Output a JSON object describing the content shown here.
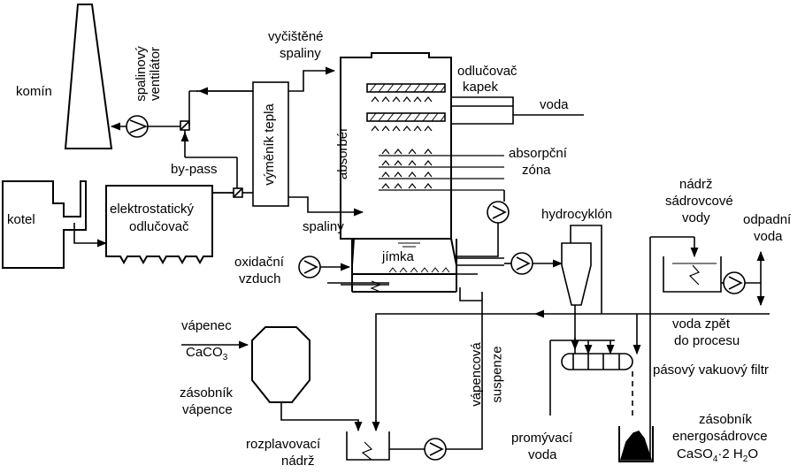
{
  "labels": {
    "chimney": "komín",
    "fan_line1": "spalinový",
    "fan_line2": "ventilátor",
    "bypass": "by-pass",
    "heat_exchanger": "výměník tepla",
    "cleaned_line1": "vyčištěné",
    "cleaned_line2": "spaliny",
    "droplet_line1": "odlučovač",
    "droplet_line2": "kapek",
    "water": "voda",
    "absorber": "absorbér",
    "absorption_line1": "absorpční",
    "absorption_line2": "zóna",
    "boiler": "kotel",
    "esp_line1": "elektrostatický",
    "esp_line2": "odlučovač",
    "flue_gas": "spaliny",
    "hydrocyclone": "hydrocyklón",
    "gypsum_tank_line1": "nádrž",
    "gypsum_tank_line2": "sádrovcové",
    "gypsum_tank_line3": "vody",
    "waste_water_line1": "odpadní",
    "waste_water_line2": "voda",
    "oxidation_line1": "oxidační",
    "oxidation_line2": "vzduch",
    "sump": "jímka",
    "return_water_line1": "voda zpět",
    "return_water_line2": "do procesu",
    "limestone_line1": "vápenec",
    "limestone_formula": "CaCO",
    "limestone_sub": "3",
    "limestone_silo_line1": "zásobník",
    "limestone_silo_line2": "vápence",
    "limestone_susp_line1": "vápencová",
    "limestone_susp_line2": "suspenze",
    "belt_filter": "pásový vakuový filtr",
    "gypsum_silo_line1": "zásobník",
    "gypsum_silo_line2": "energosádrovce",
    "gypsum_formula": "CaSO",
    "gypsum_sub": "4",
    "gypsum_formula_rest": "·2 H",
    "gypsum_sub2": "2",
    "gypsum_formula_end": "O",
    "slurry_tank_line1": "rozplavovací",
    "slurry_tank_line2": "nádrž",
    "wash_line1": "promývací",
    "wash_line2": "voda"
  }
}
